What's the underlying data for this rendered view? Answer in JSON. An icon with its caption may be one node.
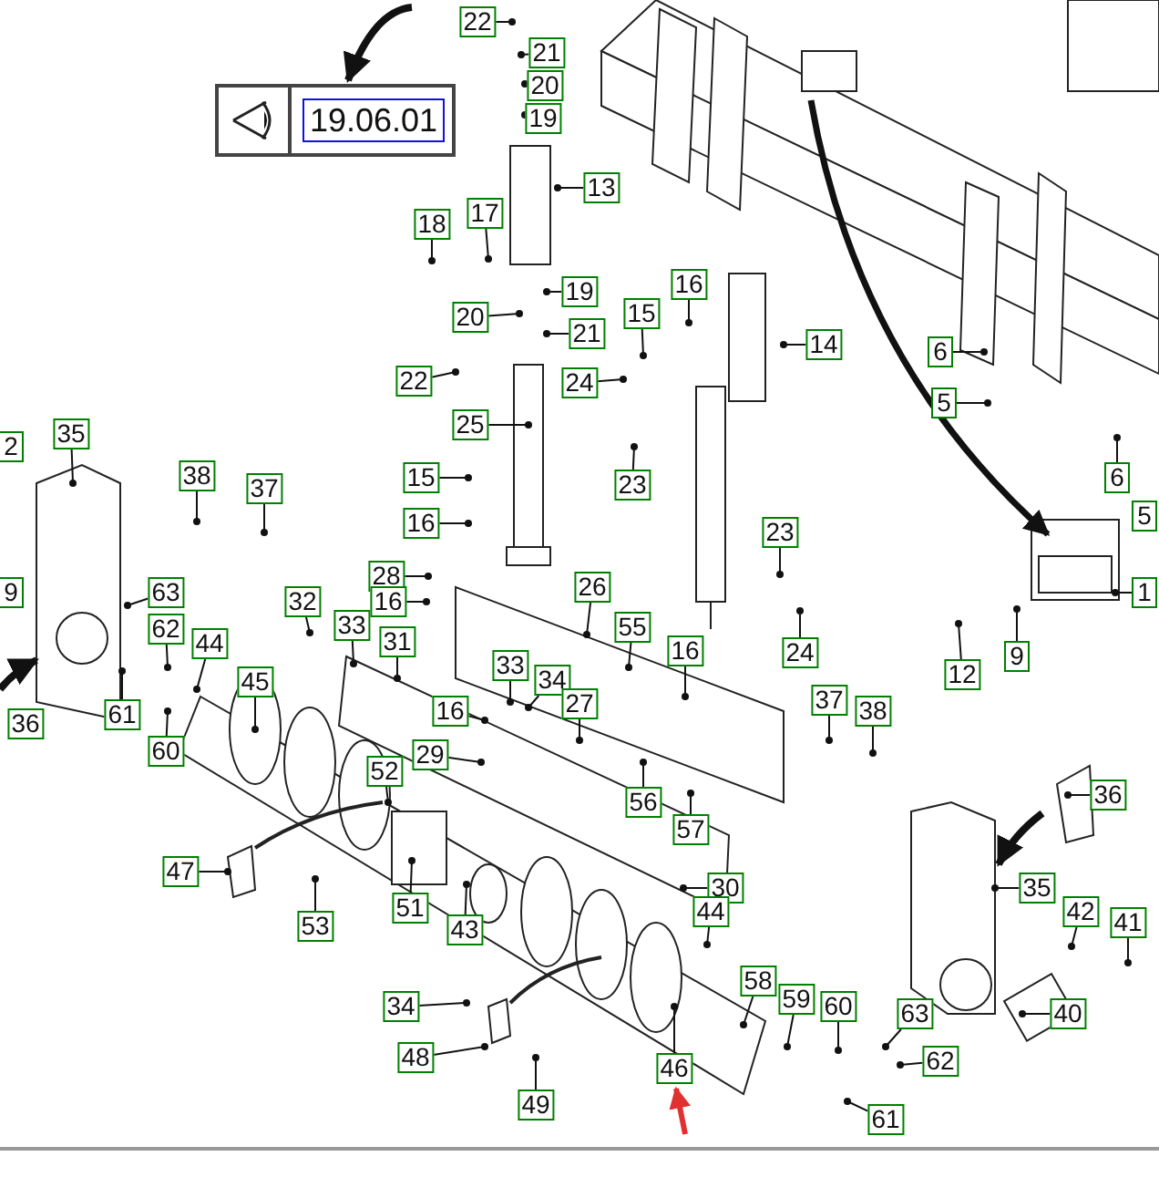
{
  "diagram": {
    "nodes": [
      {
        "text": [
          "19.06.01"
        ]
      },
      {
        "text": [
          "22"
        ]
      },
      {
        "text": [
          "21"
        ]
      },
      {
        "text": [
          "20"
        ]
      },
      {
        "text": [
          "19"
        ]
      },
      {
        "text": [
          "13"
        ]
      },
      {
        "text": [
          "18"
        ]
      },
      {
        "text": [
          "17"
        ]
      },
      {
        "text": [
          "19"
        ]
      },
      {
        "text": [
          "20"
        ]
      },
      {
        "text": [
          "21"
        ]
      },
      {
        "text": [
          "22"
        ]
      },
      {
        "text": [
          "24"
        ]
      },
      {
        "text": [
          "15"
        ]
      },
      {
        "text": [
          "16"
        ]
      },
      {
        "text": [
          "14"
        ]
      },
      {
        "text": [
          "6"
        ]
      },
      {
        "text": [
          "5"
        ]
      },
      {
        "text": [
          "25"
        ]
      },
      {
        "text": [
          "23"
        ]
      },
      {
        "text": [
          "15"
        ]
      },
      {
        "text": [
          "16"
        ]
      },
      {
        "text": [
          "6"
        ]
      },
      {
        "text": [
          "5"
        ]
      },
      {
        "text": [
          "35"
        ]
      },
      {
        "text": [
          "38"
        ]
      },
      {
        "text": [
          "37"
        ]
      },
      {
        "text": [
          "2"
        ]
      },
      {
        "text": [
          "9"
        ]
      },
      {
        "text": [
          "28"
        ]
      },
      {
        "text": [
          "26"
        ]
      },
      {
        "text": [
          "23"
        ]
      },
      {
        "text": [
          "1"
        ]
      },
      {
        "text": [
          "12"
        ]
      },
      {
        "text": [
          "9"
        ]
      },
      {
        "text": [
          "24"
        ]
      },
      {
        "text": [
          "32"
        ]
      },
      {
        "text": [
          "33"
        ]
      },
      {
        "text": [
          "16"
        ]
      },
      {
        "text": [
          "31"
        ]
      },
      {
        "text": [
          "63"
        ]
      },
      {
        "text": [
          "62"
        ]
      },
      {
        "text": [
          "44"
        ]
      },
      {
        "text": [
          "45"
        ]
      },
      {
        "text": [
          "33"
        ]
      },
      {
        "text": [
          "34"
        ]
      },
      {
        "text": [
          "27"
        ]
      },
      {
        "text": [
          "55"
        ]
      },
      {
        "text": [
          "16"
        ]
      },
      {
        "text": [
          "61"
        ]
      },
      {
        "text": [
          "60"
        ]
      },
      {
        "text": [
          "36"
        ]
      },
      {
        "text": [
          "16"
        ]
      },
      {
        "text": [
          "29"
        ]
      },
      {
        "text": [
          "52"
        ]
      },
      {
        "text": [
          "56"
        ]
      },
      {
        "text": [
          "57"
        ]
      },
      {
        "text": [
          "37"
        ]
      },
      {
        "text": [
          "38"
        ]
      },
      {
        "text": [
          "36"
        ]
      },
      {
        "text": [
          "47"
        ]
      },
      {
        "text": [
          "53"
        ]
      },
      {
        "text": [
          "51"
        ]
      },
      {
        "text": [
          "43"
        ]
      },
      {
        "text": [
          "30"
        ]
      },
      {
        "text": [
          "35"
        ]
      },
      {
        "text": [
          "44"
        ]
      },
      {
        "text": [
          "42"
        ]
      },
      {
        "text": [
          "41"
        ]
      },
      {
        "text": [
          "40"
        ]
      },
      {
        "text": [
          "58"
        ]
      },
      {
        "text": [
          "59"
        ]
      },
      {
        "text": [
          "60"
        ]
      },
      {
        "text": [
          "63"
        ]
      },
      {
        "text": [
          "62"
        ]
      },
      {
        "text": [
          "61"
        ]
      },
      {
        "text": [
          "34"
        ]
      },
      {
        "text": [
          "48"
        ]
      },
      {
        "text": [
          "49"
        ]
      },
      {
        "text": [
          "46"
        ]
      }
    ],
    "edges": [
      {
        "from": null,
        "to": 0,
        "arrow": "to",
        "style": "thick"
      },
      {
        "from": 1,
        "to": null,
        "arrow": "other"
      },
      {
        "from": 2,
        "to": null,
        "arrow": "other"
      },
      {
        "from": 3,
        "to": null,
        "arrow": "other"
      },
      {
        "from": 4,
        "to": null,
        "arrow": "other"
      },
      {
        "from": 5,
        "to": null,
        "arrow": "other"
      },
      {
        "from": 6,
        "to": null,
        "arrow": "other"
      },
      {
        "from": 7,
        "to": null,
        "arrow": "other"
      },
      {
        "from": 8,
        "to": null,
        "arrow": "other"
      },
      {
        "from": 9,
        "to": null,
        "arrow": "other"
      },
      {
        "from": 10,
        "to": null,
        "arrow": "other"
      },
      {
        "from": 11,
        "to": null,
        "arrow": "other"
      },
      {
        "from": 12,
        "to": null,
        "arrow": "other"
      },
      {
        "from": 13,
        "to": null,
        "arrow": "other"
      },
      {
        "from": 14,
        "to": null,
        "arrow": "other"
      },
      {
        "from": 15,
        "to": null,
        "arrow": "other"
      },
      {
        "from": 16,
        "to": null,
        "arrow": "other"
      },
      {
        "from": 17,
        "to": null,
        "arrow": "other"
      },
      {
        "from": 18,
        "to": null,
        "arrow": "other"
      },
      {
        "from": 19,
        "to": null,
        "arrow": "other"
      },
      {
        "from": 20,
        "to": null,
        "arrow": "other"
      },
      {
        "from": 21,
        "to": null,
        "arrow": "other"
      },
      {
        "from": 22,
        "to": null,
        "arrow": "other"
      },
      {
        "from": 24,
        "to": null,
        "arrow": "other"
      },
      {
        "from": 25,
        "to": null,
        "arrow": "other"
      },
      {
        "from": 26,
        "to": null,
        "arrow": "other"
      },
      {
        "from": 29,
        "to": null,
        "arrow": "other"
      },
      {
        "from": 30,
        "to": null,
        "arrow": "other"
      },
      {
        "from": 31,
        "to": null,
        "arrow": "other"
      },
      {
        "from": 32,
        "to": null,
        "arrow": "other"
      },
      {
        "from": 33,
        "to": null,
        "arrow": "other"
      },
      {
        "from": 34,
        "to": null,
        "arrow": "other"
      },
      {
        "from": 35,
        "to": null,
        "arrow": "other"
      },
      {
        "from": 36,
        "to": null,
        "arrow": "other"
      },
      {
        "from": 37,
        "to": null,
        "arrow": "other"
      },
      {
        "from": 38,
        "to": null,
        "arrow": "other"
      },
      {
        "from": 39,
        "to": null,
        "arrow": "other"
      },
      {
        "from": 40,
        "to": null,
        "arrow": "other"
      },
      {
        "from": 41,
        "to": null,
        "arrow": "other"
      },
      {
        "from": 42,
        "to": null,
        "arrow": "other"
      },
      {
        "from": 43,
        "to": null,
        "arrow": "other"
      },
      {
        "from": 44,
        "to": null,
        "arrow": "other"
      },
      {
        "from": 45,
        "to": null,
        "arrow": "other"
      },
      {
        "from": 46,
        "to": null,
        "arrow": "other"
      },
      {
        "from": 47,
        "to": null,
        "arrow": "other"
      },
      {
        "from": 48,
        "to": null,
        "arrow": "other"
      },
      {
        "from": 49,
        "to": null,
        "arrow": "other"
      },
      {
        "from": 50,
        "to": null,
        "arrow": "other"
      },
      {
        "from": 52,
        "to": null,
        "arrow": "other"
      },
      {
        "from": 53,
        "to": null,
        "arrow": "other"
      },
      {
        "from": 54,
        "to": null,
        "arrow": "other"
      },
      {
        "from": 55,
        "to": null,
        "arrow": "other"
      },
      {
        "from": 56,
        "to": null,
        "arrow": "other"
      },
      {
        "from": 57,
        "to": null,
        "arrow": "other"
      },
      {
        "from": 58,
        "to": null,
        "arrow": "other"
      },
      {
        "from": 59,
        "to": null,
        "arrow": "other"
      },
      {
        "from": 60,
        "to": null,
        "arrow": "other"
      },
      {
        "from": 61,
        "to": null,
        "arrow": "other"
      },
      {
        "from": 62,
        "to": null,
        "arrow": "other"
      },
      {
        "from": 63,
        "to": null,
        "arrow": "other"
      },
      {
        "from": 64,
        "to": null,
        "arrow": "other"
      },
      {
        "from": 65,
        "to": null,
        "arrow": "other"
      },
      {
        "from": 66,
        "to": null,
        "arrow": "other"
      },
      {
        "from": 67,
        "to": null,
        "arrow": "other"
      },
      {
        "from": 68,
        "to": null,
        "arrow": "other"
      },
      {
        "from": 69,
        "to": null,
        "arrow": "other"
      },
      {
        "from": 70,
        "to": null,
        "arrow": "other"
      },
      {
        "from": 71,
        "to": null,
        "arrow": "other"
      },
      {
        "from": 72,
        "to": null,
        "arrow": "other"
      },
      {
        "from": 73,
        "to": null,
        "arrow": "other"
      },
      {
        "from": 74,
        "to": null,
        "arrow": "other"
      },
      {
        "from": 75,
        "to": null,
        "arrow": "other"
      },
      {
        "from": 76,
        "to": null,
        "arrow": "other"
      },
      {
        "from": 77,
        "to": null,
        "arrow": "other"
      },
      {
        "from": 78,
        "to": null,
        "arrow": "other"
      },
      {
        "from": 79,
        "to": null,
        "arrow": "other"
      }
    ]
  }
}
